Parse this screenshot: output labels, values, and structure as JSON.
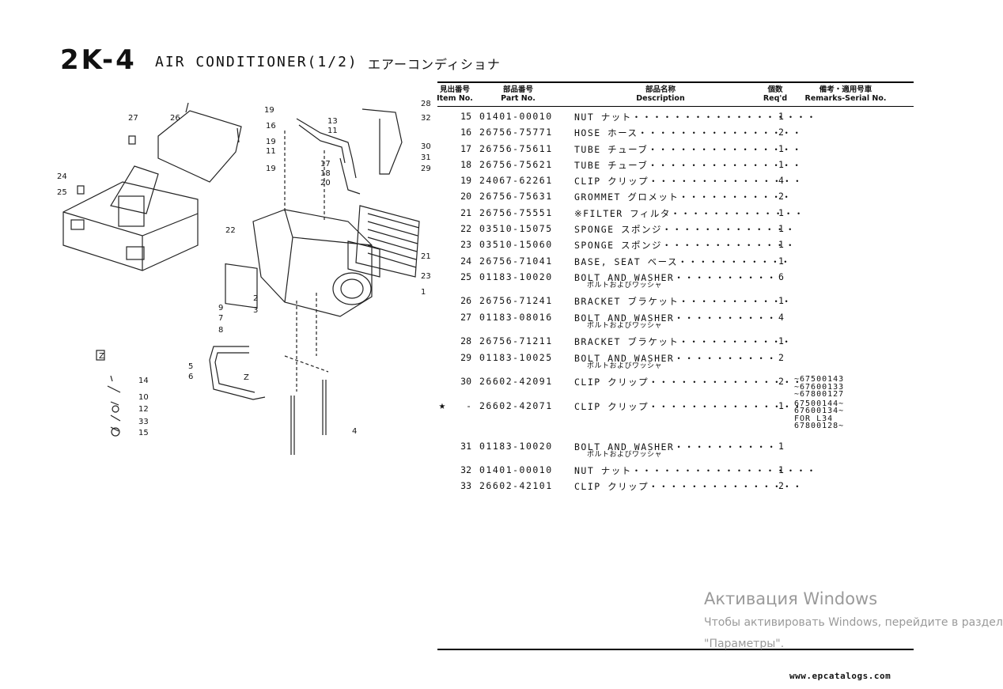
{
  "header": {
    "code": "2K-4",
    "title": "AIR CONDITIONER(1/2)",
    "title_jp": "エアーコンディショナ"
  },
  "columns": {
    "item_jp": "見出番号",
    "item_en": "Item No.",
    "part_jp": "部品番号",
    "part_en": "Part No.",
    "desc_jp": "部品名称",
    "desc_en": "Description",
    "qty_jp": "個数",
    "qty_en": "Req'd",
    "rem_jp": "備考・適用号車",
    "rem_en": "Remarks-Serial No."
  },
  "parts": [
    {
      "star": "",
      "item": "15",
      "part": "01401-00010",
      "desc": "NUT ナット・・・・・・・・・・・・・・・・・・",
      "sub": "",
      "qty": "1",
      "rem": ""
    },
    {
      "star": "",
      "item": "16",
      "part": "26756-75771",
      "desc": "HOSE ホース・・・・・・・・・・・・・・・・",
      "sub": "",
      "qty": "2",
      "rem": ""
    },
    {
      "star": "",
      "item": "17",
      "part": "26756-75611",
      "desc": "TUBE チューブ・・・・・・・・・・・・・・・",
      "sub": "",
      "qty": "1",
      "rem": ""
    },
    {
      "star": "",
      "item": "18",
      "part": "26756-75621",
      "desc": "TUBE チューブ・・・・・・・・・・・・・・・",
      "sub": "",
      "qty": "1",
      "rem": ""
    },
    {
      "star": "",
      "item": "19",
      "part": "24067-62261",
      "desc": "CLIP クリップ・・・・・・・・・・・・・・・",
      "sub": "",
      "qty": "4",
      "rem": ""
    },
    {
      "star": "",
      "item": "20",
      "part": "26756-75631",
      "desc": "GROMMET グロメット・・・・・・・・・・・",
      "sub": "",
      "qty": "2",
      "rem": ""
    },
    {
      "star": "",
      "item": "21",
      "part": "26756-75551",
      "desc": "※FILTER フィルタ・・・・・・・・・・・・・",
      "sub": "",
      "qty": "1",
      "rem": ""
    },
    {
      "star": "",
      "item": "22",
      "part": "03510-15075",
      "desc": "SPONGE スポンジ・・・・・・・・・・・・・",
      "sub": "",
      "qty": "1",
      "rem": ""
    },
    {
      "star": "",
      "item": "23",
      "part": "03510-15060",
      "desc": "SPONGE スポンジ・・・・・・・・・・・・・",
      "sub": "",
      "qty": "1",
      "rem": ""
    },
    {
      "star": "",
      "item": "24",
      "part": "26756-71041",
      "desc": "BASE, SEAT ベース・・・・・・・・・・・",
      "sub": "",
      "qty": "1",
      "rem": ""
    },
    {
      "star": "",
      "item": "25",
      "part": "01183-10020",
      "desc": "BOLT AND WASHER・・・・・・・・・・",
      "sub": "ボルトおよびワッシャ",
      "qty": "6",
      "rem": ""
    },
    {
      "star": "",
      "item": "26",
      "part": "26756-71241",
      "desc": "BRACKET ブラケット・・・・・・・・・・・",
      "sub": "",
      "qty": "1",
      "rem": ""
    },
    {
      "star": "",
      "item": "27",
      "part": "01183-08016",
      "desc": "BOLT AND WASHER・・・・・・・・・・",
      "sub": "ボルトおよびワッシャ",
      "qty": "4",
      "rem": ""
    },
    {
      "star": "",
      "item": "28",
      "part": "26756-71211",
      "desc": "BRACKET ブラケット・・・・・・・・・・・",
      "sub": "",
      "qty": "1",
      "rem": ""
    },
    {
      "star": "",
      "item": "29",
      "part": "01183-10025",
      "desc": "BOLT AND WASHER・・・・・・・・・・",
      "sub": "ボルトおよびワッシャ",
      "qty": "2",
      "rem": ""
    },
    {
      "star": "",
      "item": "30",
      "part": "26602-42091",
      "desc": "CLIP クリップ・・・・・・・・・・・・・・・",
      "sub": "",
      "qty": "2",
      "rem": "~67500143\n~67600133\n~67800127"
    },
    {
      "star": "★",
      "item": "-",
      "part": "26602-42071",
      "desc": "CLIP クリップ・・・・・・・・・・・・・・・",
      "sub": "",
      "qty": "1",
      "rem": "67500144~\n67600134~\nFOR L34\n67800128~"
    },
    {
      "star": "",
      "item": "31",
      "part": "01183-10020",
      "desc": "BOLT AND WASHER・・・・・・・・・・",
      "sub": "ボルトおよびワッシャ",
      "qty": "1",
      "rem": ""
    },
    {
      "star": "",
      "item": "32",
      "part": "01401-00010",
      "desc": "NUT ナット・・・・・・・・・・・・・・・・・・",
      "sub": "",
      "qty": "1",
      "rem": ""
    },
    {
      "star": "",
      "item": "33",
      "part": "26602-42101",
      "desc": "CLIP クリップ・・・・・・・・・・・・・・・",
      "sub": "",
      "qty": "2",
      "rem": ""
    }
  ],
  "diagram_callouts": [
    "27",
    "26",
    "24",
    "25",
    "19",
    "16",
    "19",
    "11",
    "19",
    "13",
    "11",
    "28",
    "32",
    "30",
    "31",
    "29",
    "17",
    "18",
    "20",
    "22",
    "21",
    "23",
    "1",
    "9",
    "7",
    "8",
    "2",
    "3",
    "5",
    "6",
    "Z",
    "4",
    "Z",
    "14",
    "10",
    "12",
    "33",
    "15"
  ],
  "watermark": {
    "title": "Активация Windows",
    "line1": "Чтобы активировать Windows, перейдите в раздел",
    "line2": "\"Параметры\"."
  },
  "site": "www.epcatalogs.com"
}
